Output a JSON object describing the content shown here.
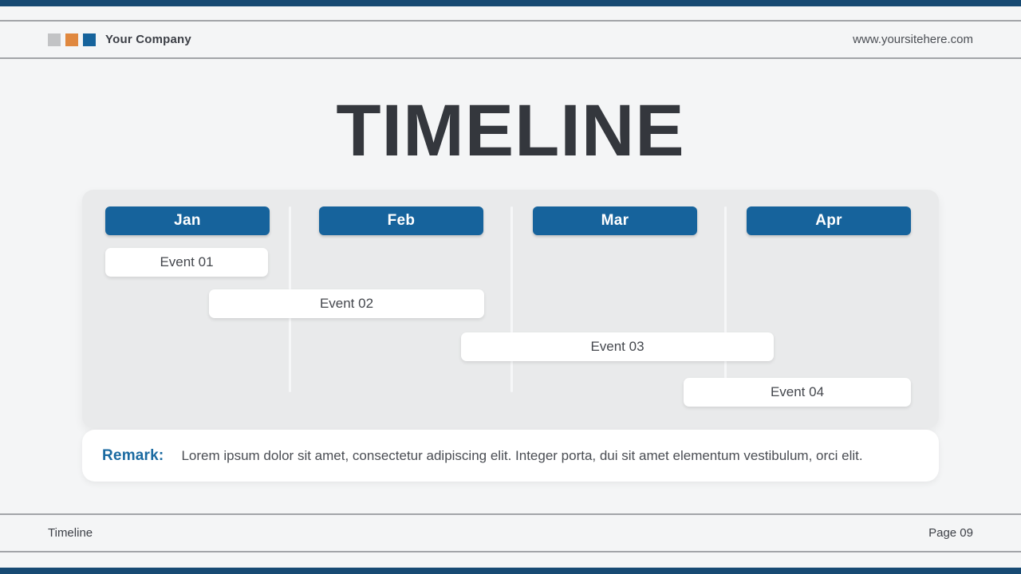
{
  "brand": {
    "company": "Your Company",
    "website": "www.yoursitehere.com",
    "logo_colors": [
      "#c2c3c5",
      "#e0883f",
      "#16639c"
    ]
  },
  "title": "TIMELINE",
  "timeline": {
    "months": [
      {
        "label": "Jan"
      },
      {
        "label": "Feb"
      },
      {
        "label": "Mar"
      },
      {
        "label": "Apr"
      }
    ],
    "events": [
      {
        "label": "Event 01"
      },
      {
        "label": "Event 02"
      },
      {
        "label": "Event 03"
      },
      {
        "label": "Event 04"
      }
    ]
  },
  "remark": {
    "label": "Remark:",
    "text": "Lorem ipsum dolor sit amet, consectetur adipiscing elit. Integer porta, dui sit amet elementum vestibulum, orci elit."
  },
  "footer": {
    "left": "Timeline",
    "right": "Page 09"
  },
  "colors": {
    "accent_blue": "#16639c",
    "accent_orange": "#e0883f",
    "edge_bar_blue": "#174a73",
    "panel_gray": "#e9eaeb",
    "page_bg": "#f4f5f6",
    "divider_gray": "#a2a4a8"
  }
}
